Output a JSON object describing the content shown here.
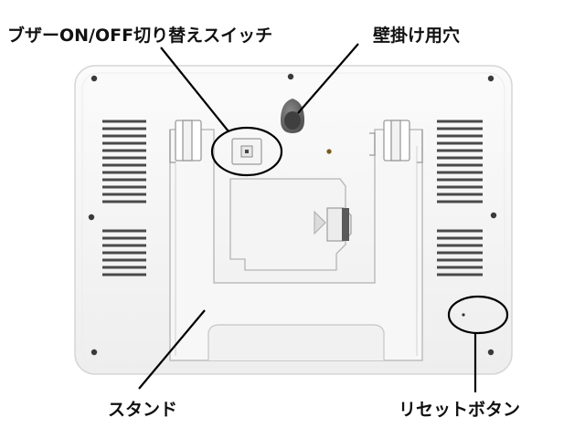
{
  "labels": {
    "buzzer_switch": "ブザーON/OFF切り替えスイッチ",
    "wall_hook_hole": "壁掛け用穴",
    "stand": "スタンド",
    "reset_button": "リセットボタン"
  },
  "colors": {
    "device_body": "#f5f5f5",
    "device_edge": "#d9d9d9",
    "screw": "#3a3a3a",
    "vent": "#4a4a4a",
    "callout": "#000000"
  }
}
